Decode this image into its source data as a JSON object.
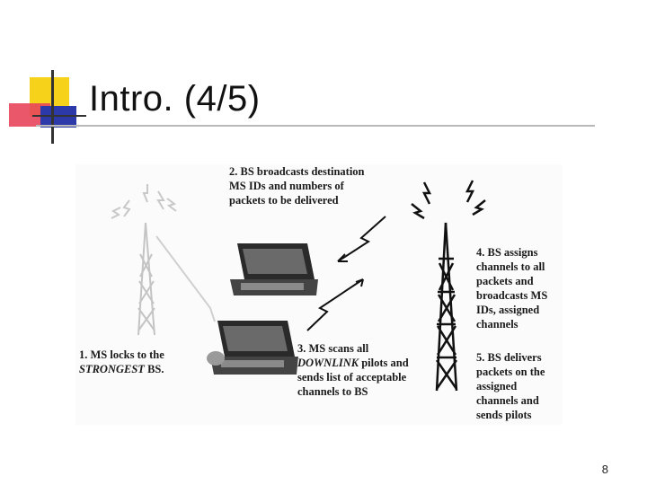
{
  "slide": {
    "title": "Intro. (4/5)",
    "page_number": "8"
  },
  "colors": {
    "accent_yellow": "#f6d21a",
    "accent_red": "#e8455a",
    "accent_blue": "#2b3aa8",
    "rule": "#b8b8b8"
  },
  "diagram": {
    "step1": {
      "text_a": "1. MS locks to the",
      "text_b_italic": "STRONGEST",
      "text_b_rest": " BS."
    },
    "step2": {
      "line1": "2. BS broadcasts destination",
      "line2": "MS IDs and numbers of",
      "line3": "packets to be delivered"
    },
    "step3": {
      "line1": "3. MS scans all",
      "line2_italic": "DOWNLINK",
      "line2_rest": " pilots and",
      "line3": "sends list of acceptable",
      "line4": "channels to BS"
    },
    "step4": {
      "line1": "4. BS assigns",
      "line2": "channels to all",
      "line3": "packets and",
      "line4": "broadcasts MS",
      "line5": "IDs, assigned",
      "line6": "channels"
    },
    "step5": {
      "line1": "5. BS delivers",
      "line2": "packets on the",
      "line3": "assigned",
      "line4": "channels and",
      "line5": "sends pilots"
    }
  }
}
